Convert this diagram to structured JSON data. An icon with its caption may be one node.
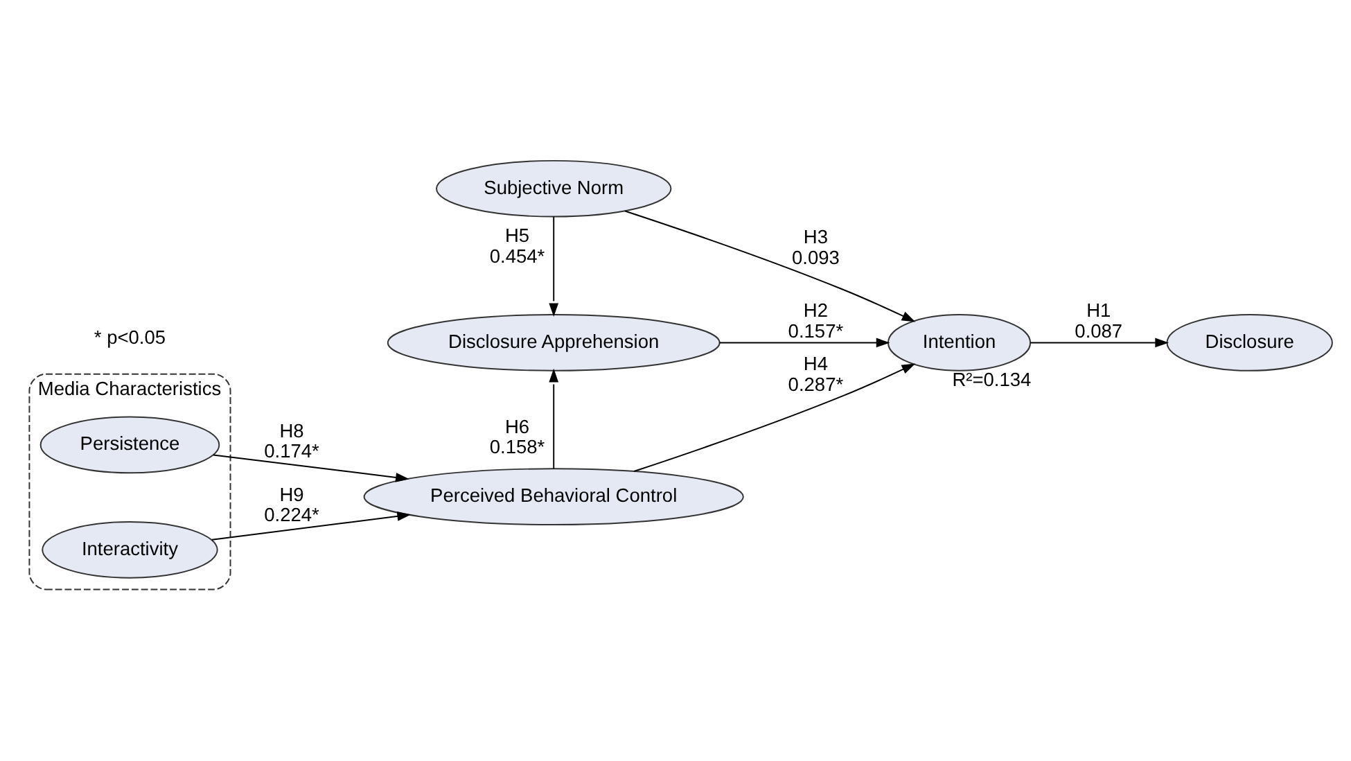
{
  "diagram": {
    "nodes": [
      {
        "text": [
          "Media Characteristics"
        ]
      },
      {
        "text": [
          "Persistence"
        ],
        "in": 0
      },
      {
        "text": [
          "Interactivity"
        ],
        "in": 0
      },
      {
        "text": [
          "Subjective Norm"
        ]
      },
      {
        "text": [
          "Disclosure Apprehension"
        ]
      },
      {
        "text": [
          "Perceived Behavioral Control"
        ]
      },
      {
        "text": [
          "Intention"
        ],
        "beside": [
          "R²=0.134"
        ]
      },
      {
        "text": [
          "Disclosure"
        ]
      }
    ],
    "edges": [
      {
        "from": 3,
        "to": 6,
        "arrow": "to",
        "label": "H3 0.093"
      },
      {
        "from": 3,
        "to": 4,
        "arrow": "to",
        "label": "H5 0.454*"
      },
      {
        "from": 4,
        "to": 6,
        "arrow": "to",
        "label": "H2 0.157*"
      },
      {
        "from": 6,
        "to": 7,
        "arrow": "to",
        "label": "H1 0.087"
      },
      {
        "from": 5,
        "to": 4,
        "arrow": "to",
        "label": "H6 0.158*"
      },
      {
        "from": 5,
        "to": 6,
        "arrow": "to",
        "label": "H4 0.287*"
      },
      {
        "from": 1,
        "to": 5,
        "arrow": "to",
        "label": "H8 0.174*"
      },
      {
        "from": 2,
        "to": 5,
        "arrow": "to",
        "label": "H9 0.224*"
      }
    ],
    "labels": [
      "* p<0.05"
    ]
  }
}
